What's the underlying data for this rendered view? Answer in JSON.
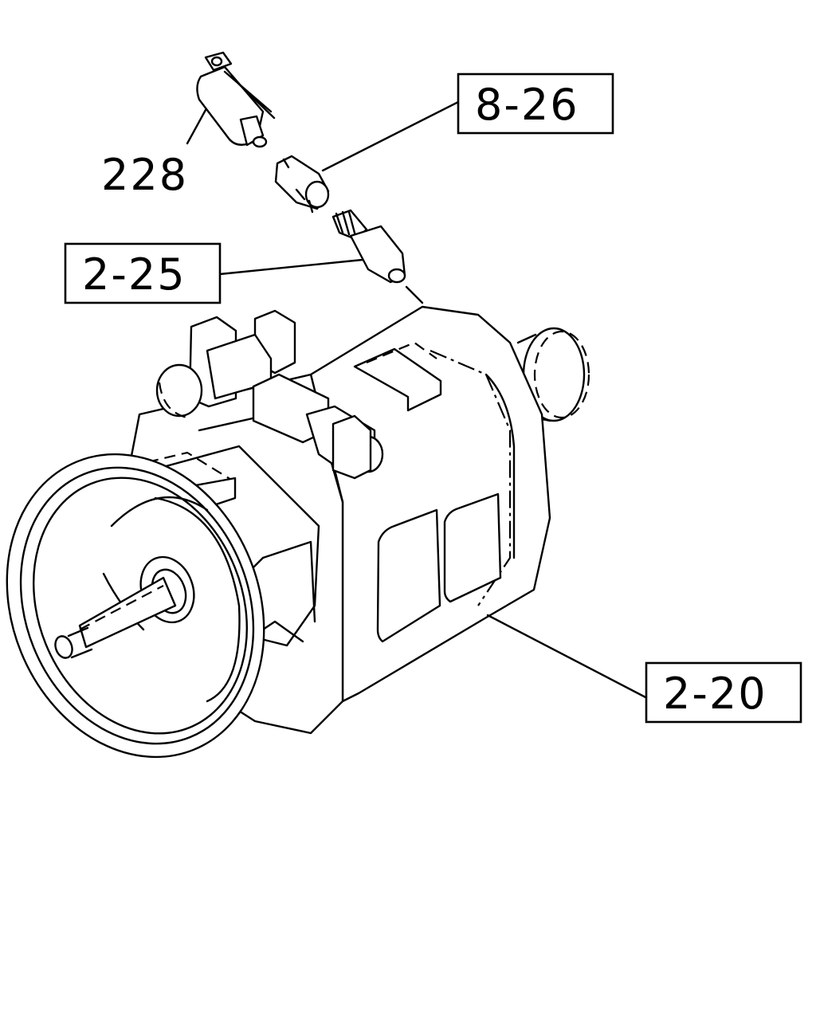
{
  "callouts": {
    "part_228": "228",
    "part_8_26": "8-26",
    "part_2_25": "2-25",
    "part_2_20": "2-20"
  }
}
